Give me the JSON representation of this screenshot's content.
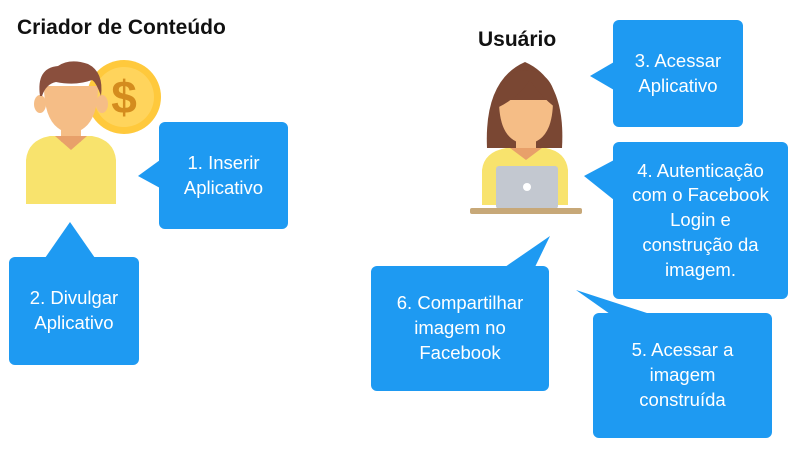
{
  "colors": {
    "bubble": "#1e9af2",
    "skin": "#f5bd86",
    "hair_dark": "#8a4f3d",
    "hair_woman": "#7a4733",
    "shirt": "#f8e36d",
    "coin": "#ffc93c",
    "coin_symbol": "#d48c1e",
    "laptop": "#c3c8d0",
    "desk": "#c7a878"
  },
  "creator": {
    "title": "Criador de Conteúdo",
    "avatar_icon": "man-avatar-icon",
    "coin_icon": "dollar-coin-icon",
    "coin_symbol": "$"
  },
  "user": {
    "title": "Usuário",
    "avatar_icon": "woman-laptop-avatar-icon"
  },
  "steps": [
    {
      "label": "1. Inserir\nAplicativo"
    },
    {
      "label": "2. Divulgar\nAplicativo"
    },
    {
      "label": "3. Acessar\nAplicativo"
    },
    {
      "label": "4. Autenticação\ncom o Facebook\nLogin e\nconstrução da\nimagem."
    },
    {
      "label": "5. Acessar a\nimagem\nconstruída"
    },
    {
      "label": "6. Compartilhar\nimagem no\nFacebook"
    }
  ]
}
